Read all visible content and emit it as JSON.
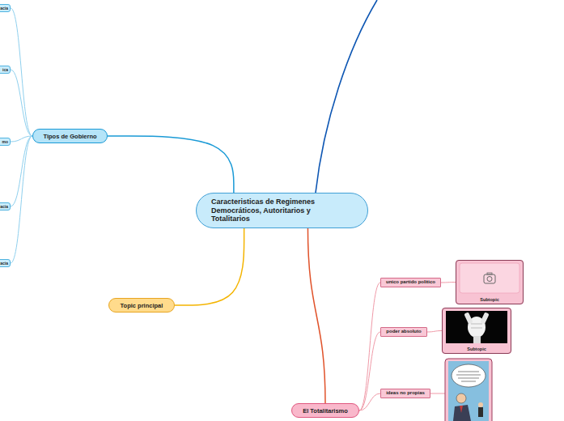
{
  "diagram": {
    "title": "Caracteristicas de Regimenes Democráticos, Autoritarios y Totalitarios",
    "nodes": [
      {
        "text": [
          "Caracteristicas de Regimenes Democráticos, Autoritarios y Totalitarios"
        ]
      },
      {
        "text": [
          "Tipos de Gobierno"
        ]
      },
      {
        "text": [
          "acia"
        ]
      },
      {
        "text": [
          "ica"
        ]
      },
      {
        "text": [
          "mo"
        ]
      },
      {
        "text": [
          "acia"
        ]
      },
      {
        "text": [
          "acia"
        ]
      },
      {
        "text": [
          "Topic principal"
        ]
      },
      {
        "text": [
          "El Totalitarismo"
        ]
      },
      {
        "text": [
          "unico partido politico"
        ]
      },
      {
        "text": [
          "Subtopic"
        ]
      },
      {
        "text": [
          "poder absoluto"
        ]
      },
      {
        "text": [
          "Subtopic"
        ]
      },
      {
        "text": [
          "ideas no propias"
        ]
      }
    ],
    "edges": [
      {
        "from": 0,
        "to": 1,
        "arrow": "none"
      },
      {
        "from": 0,
        "to": 7,
        "arrow": "none"
      },
      {
        "from": 0,
        "to": 8,
        "arrow": "none"
      },
      {
        "from": 1,
        "to": 2,
        "arrow": "none"
      },
      {
        "from": 1,
        "to": 3,
        "arrow": "none"
      },
      {
        "from": 1,
        "to": 4,
        "arrow": "none"
      },
      {
        "from": 1,
        "to": 5,
        "arrow": "none"
      },
      {
        "from": 1,
        "to": 6,
        "arrow": "none"
      },
      {
        "from": 8,
        "to": 9,
        "arrow": "none"
      },
      {
        "from": 8,
        "to": 11,
        "arrow": "none"
      },
      {
        "from": 8,
        "to": 13,
        "arrow": "none"
      },
      {
        "from": 9,
        "to": 10,
        "arrow": "none"
      },
      {
        "from": 11,
        "to": 12,
        "arrow": "none"
      }
    ]
  }
}
